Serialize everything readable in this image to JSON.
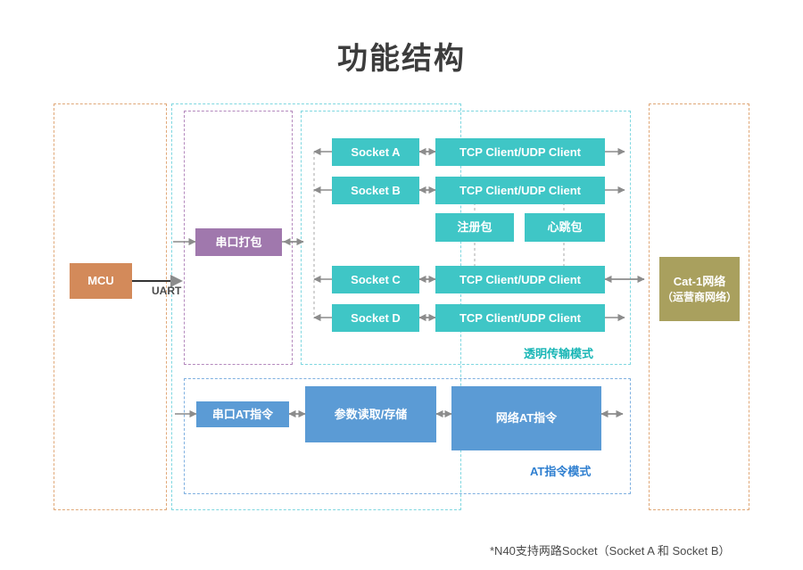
{
  "title": "功能结构",
  "colors": {
    "mcu": "#d38a5a",
    "teal": "#3fc6c6",
    "purple": "#a078ad",
    "blue": "#5b9bd5",
    "olive": "#a9a05e",
    "teal_label": "#19b6b6",
    "blue_label": "#2f7fd0",
    "dash_orange": "#e0a878",
    "dash_teal": "#7fd7e0",
    "dash_purple": "#b489bd",
    "dash_blue": "#7fb0e0",
    "arrow_gray": "#8c8c8c"
  },
  "mcu": {
    "label": "MCU"
  },
  "uart": {
    "label": "UART"
  },
  "network": {
    "line1": "Cat-1网络",
    "line2": "（运营商网络）"
  },
  "transparent_mode": {
    "label": "透明传输模式",
    "serial_pack": "串口打包",
    "sockets": [
      {
        "name": "Socket A"
      },
      {
        "name": "Socket B"
      },
      {
        "name": "Socket C"
      },
      {
        "name": "Socket D"
      }
    ],
    "clients": [
      {
        "name": "TCP Client/UDP Client"
      },
      {
        "name": "TCP Client/UDP Client"
      },
      {
        "name": "TCP Client/UDP Client"
      },
      {
        "name": "TCP Client/UDP Client"
      }
    ],
    "extras": [
      {
        "name": "注册包"
      },
      {
        "name": "心跳包"
      }
    ]
  },
  "at_mode": {
    "label": "AT指令模式",
    "serial_at": "串口AT指令",
    "param_store": "参数读取/存储",
    "network_at": "网络AT指令"
  },
  "footnote": "*N40支持两路Socket（Socket A 和 Socket B）"
}
